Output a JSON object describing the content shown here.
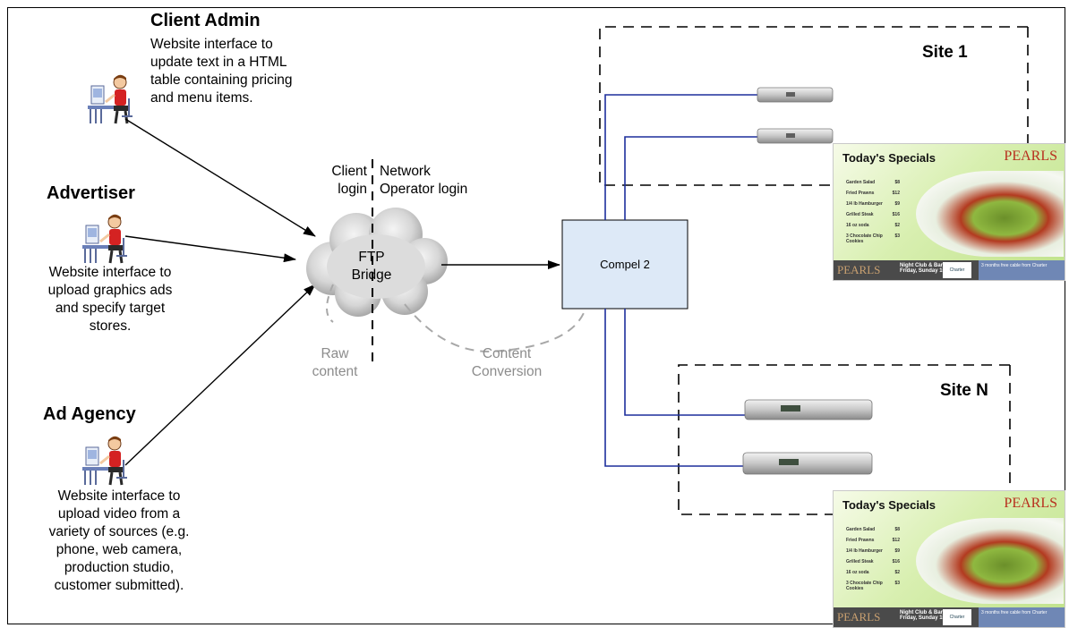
{
  "actors": [
    {
      "title": "Client Admin",
      "description": "Website interface to\nupdate text in a HTML\ntable containing pricing\nand menu items."
    },
    {
      "title": "Advertiser",
      "description": "Website interface to\nupload graphics ads\nand specify target\nstores."
    },
    {
      "title": "Ad Agency",
      "description": "Website interface to\nupload video from a\nvariety of sources (e.g.\nphone, web camera,\nproduction studio,\ncustomer submitted)."
    }
  ],
  "ftp": {
    "label": "FTP\nBridge",
    "client_login": "Client\nlogin",
    "operator_login": "Network\nOperator login",
    "raw_content": "Raw\ncontent",
    "content_conversion": "Content\nConversion"
  },
  "compel": {
    "label": "Compel 2"
  },
  "sites": [
    {
      "label": "Site 1"
    },
    {
      "label": "Site N"
    }
  ],
  "menu_board": {
    "title": "Today's Specials",
    "brand": "PEARLS",
    "items": [
      {
        "name": "Garden Salad",
        "price": "$8"
      },
      {
        "name": "Fried Prawns",
        "price": "$12"
      },
      {
        "name": "1/4 lb Hamburger",
        "price": "$9"
      },
      {
        "name": "Grilled Steak",
        "price": "$16"
      },
      {
        "name": "16 oz soda",
        "price": "$2"
      },
      {
        "name": "3 Chocolate Chip Cookies",
        "price": "$3"
      }
    ],
    "footer_brand": "PEARLS",
    "footer_main": "Night Club & Bar",
    "footer_sub": "Friday, Sunday 10pm - 2am",
    "footer_sponsor": "Charter",
    "footer_promo": "3 months free cable from Charter"
  },
  "colors": {
    "connector": "#1d2f9c",
    "compel_fill": "#dde9f7",
    "gray_text": "#8c8c8c",
    "cloud": "#d7d7d7"
  }
}
